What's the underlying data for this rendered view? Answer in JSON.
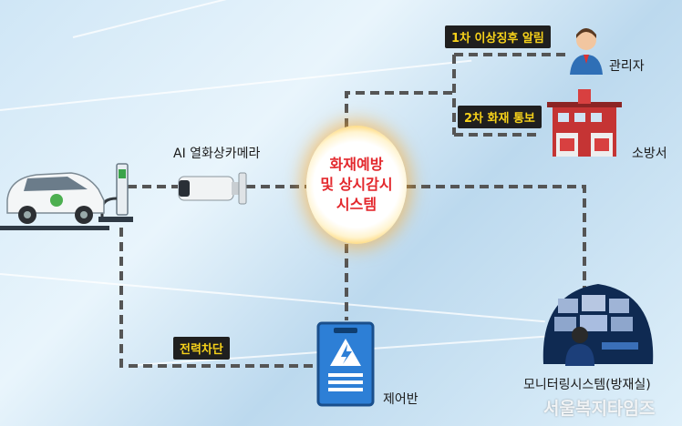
{
  "diagram": {
    "center_lines": [
      "화재예방",
      "및 상시감시",
      "시스템"
    ],
    "nodes": {
      "camera": "AI 열화상카메라",
      "manager": "관리자",
      "fire_station": "소방서",
      "control_panel": "제어반",
      "monitoring": "모니터링시스템(방재실)"
    },
    "edges": {
      "alert_first": "1차 이상징후 알림",
      "alert_second": "2차 화재 통보",
      "power_cut": "전력차단"
    }
  },
  "watermark": "서울복지타임즈",
  "colors": {
    "connector": "#555555",
    "center_text": "#e3282d",
    "tag_bg": "#1f1f1f",
    "tag_text": "#f7d21a"
  }
}
